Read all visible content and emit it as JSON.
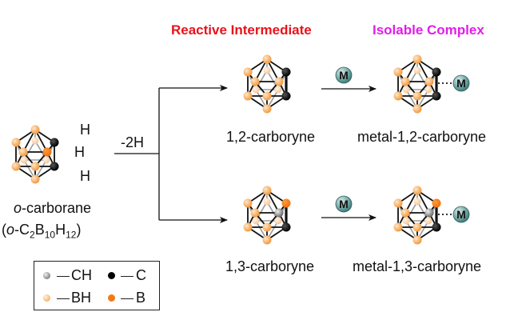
{
  "headers": {
    "reactive": "Reactive Intermediate",
    "isolable": "Isolable Complex"
  },
  "colors": {
    "reactive": "#e8131b",
    "isolable": "#e01ee8",
    "bh_vertex": "#f6a04a",
    "b_vertex": "#f47a12",
    "c_vertex": "#111111",
    "ch_vertex": "#9a9a9a",
    "metal": "#5a9a98"
  },
  "starting_material": {
    "name": "o-carborane",
    "name_prefix_italic": "o",
    "name_rest": "-carborane",
    "formula_open": "(",
    "formula_prefix_italic": "o",
    "formula_parts": [
      "-C",
      "2",
      "B",
      "10",
      "H",
      "12"
    ],
    "formula_close": ")",
    "h_labels": [
      "H",
      "H",
      "H"
    ]
  },
  "reaction": {
    "reagent": "-2H",
    "metal_label": "M"
  },
  "products": {
    "c12": "1,2-carboryne",
    "c13": "1,3-carboryne",
    "m12": "metal-1,2-carboryne",
    "m13": "metal-1,3-carboryne"
  },
  "legend": {
    "items": [
      {
        "symbol": "CH",
        "icon": "gray-sphere"
      },
      {
        "symbol": "C",
        "icon": "black-sphere"
      },
      {
        "symbol": "BH",
        "icon": "light-orange-sphere"
      },
      {
        "symbol": "B",
        "icon": "orange-sphere"
      }
    ]
  }
}
